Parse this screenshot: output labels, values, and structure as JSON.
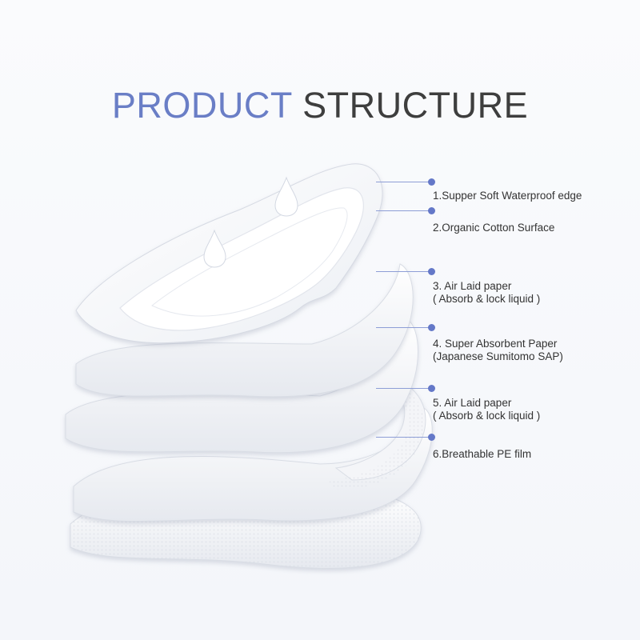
{
  "title": {
    "part1": "PRODUCT",
    "part2": "STRUCTURE",
    "part1_color": "#6a7ec6",
    "part2_color": "#3e3e3e"
  },
  "accent_color": "#6478c8",
  "illustration": {
    "subject": "sanitary pad exploded layers",
    "icon_names": [
      "droplet-icon",
      "droplet-icon"
    ]
  },
  "layers": [
    {
      "lines": [
        "1.Supper Soft Waterproof edge"
      ]
    },
    {
      "lines": [
        "2.Organic Cotton Surface"
      ]
    },
    {
      "lines": [
        "3. Air Laid paper",
        "( Absorb & lock liquid )"
      ]
    },
    {
      "lines": [
        "4. Super Absorbent Paper",
        "(Japanese Sumitomo SAP)"
      ]
    },
    {
      "lines": [
        "5.  Air Laid paper",
        " ( Absorb & lock liquid )"
      ]
    },
    {
      "lines": [
        "6.Breathable PE film"
      ]
    }
  ]
}
